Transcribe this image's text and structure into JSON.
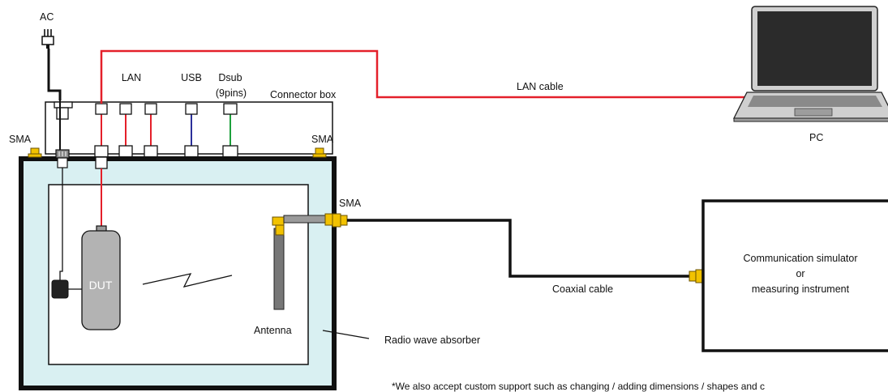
{
  "labels": {
    "ac": "AC",
    "lan": "LAN",
    "usb": "USB",
    "dsub_line1": "Dsub",
    "dsub_line2": "(9pins)",
    "connector_box": "Connector box",
    "lan_cable": "LAN cable",
    "pc": "PC",
    "sma_left": "SMA",
    "sma_right": "SMA",
    "sma_side": "SMA",
    "dut": "DUT",
    "antenna": "Antenna",
    "radio_wave_absorber": "Radio wave absorber",
    "coaxial_cable": "Coaxial cable",
    "instrument_line1": "Communication simulator",
    "instrument_line2": "or",
    "instrument_line3": "measuring instrument",
    "footnote": "*We also accept custom support such as changing / adding dimensions / shapes and c"
  },
  "colors": {
    "lan": "#e4202a",
    "usb": "#2b2f9a",
    "dsub": "#1ea03c",
    "absorber": "#d9f0f2",
    "sma": "#f2c200",
    "device": "#b3b3b3"
  }
}
